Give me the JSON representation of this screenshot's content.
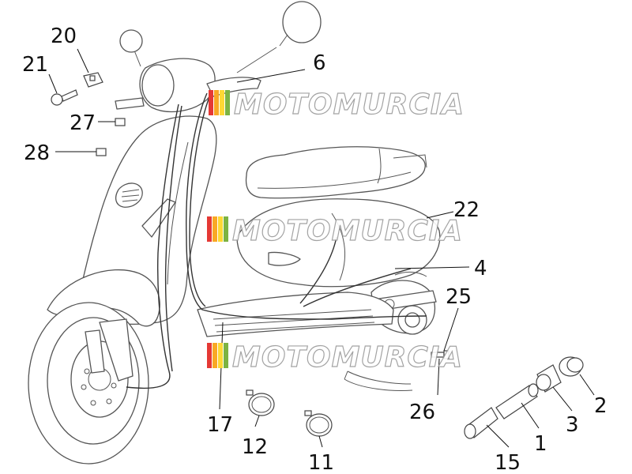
{
  "watermark": {
    "text": "MOTOMURCIA",
    "stripe_colors": [
      "#e53935",
      "#f9a825",
      "#fdd835",
      "#7cb342"
    ]
  },
  "callouts": [
    {
      "id": "20",
      "label": "20"
    },
    {
      "id": "21",
      "label": "21"
    },
    {
      "id": "6",
      "label": "6"
    },
    {
      "id": "27",
      "label": "27"
    },
    {
      "id": "28",
      "label": "28"
    },
    {
      "id": "22",
      "label": "22"
    },
    {
      "id": "4",
      "label": "4"
    },
    {
      "id": "25",
      "label": "25"
    },
    {
      "id": "26",
      "label": "26"
    },
    {
      "id": "2",
      "label": "2"
    },
    {
      "id": "3",
      "label": "3"
    },
    {
      "id": "1",
      "label": "1"
    },
    {
      "id": "15",
      "label": "15"
    },
    {
      "id": "17",
      "label": "17"
    },
    {
      "id": "12",
      "label": "12"
    },
    {
      "id": "11",
      "label": "11"
    }
  ]
}
